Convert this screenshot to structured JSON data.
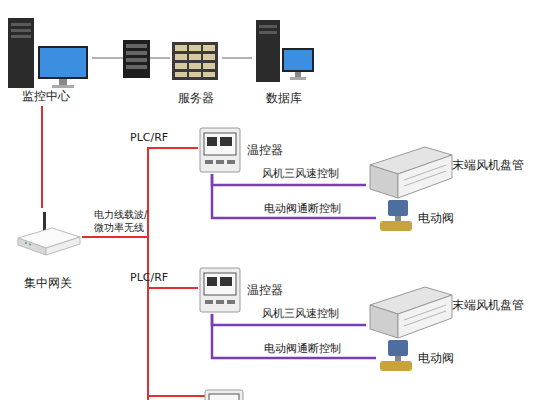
{
  "diagram": {
    "nodes": [
      {
        "text": [
          "监控中心"
        ]
      },
      {
        "text": [
          "服务器"
        ]
      },
      {
        "text": [
          "数据库"
        ]
      },
      {
        "text": [
          "集中网关"
        ]
      },
      {
        "text": [
          "温控器"
        ]
      },
      {
        "text": [
          "末端风机盘管"
        ]
      },
      {
        "text": [
          "电动阀"
        ]
      },
      {
        "text": [
          "温控器"
        ]
      },
      {
        "text": [
          "末端风机盘管"
        ]
      },
      {
        "text": [
          "电动阀"
        ]
      }
    ],
    "edges": [
      {
        "from": 0,
        "to": 1,
        "arrow": "none"
      },
      {
        "from": 1,
        "to": 2,
        "arrow": "none"
      },
      {
        "from": 0,
        "to": 3,
        "arrow": "none"
      },
      {
        "from": 3,
        "to": 4,
        "label": "PLC/RF",
        "arrow": "none"
      },
      {
        "from": 4,
        "to": 5,
        "label": "风机三风速控制",
        "arrow": "none"
      },
      {
        "from": 4,
        "to": 6,
        "label": "电动阀通断控制",
        "arrow": "none"
      },
      {
        "from": 3,
        "to": 7,
        "label": "PLC/RF",
        "arrow": "none"
      },
      {
        "from": 7,
        "to": 8,
        "label": "风机三风速控制",
        "arrow": "none"
      },
      {
        "from": 7,
        "to": 9,
        "label": "电动阀通断控制",
        "arrow": "none"
      }
    ],
    "labels": [
      "电力线载波/ 微功率无线"
    ]
  }
}
